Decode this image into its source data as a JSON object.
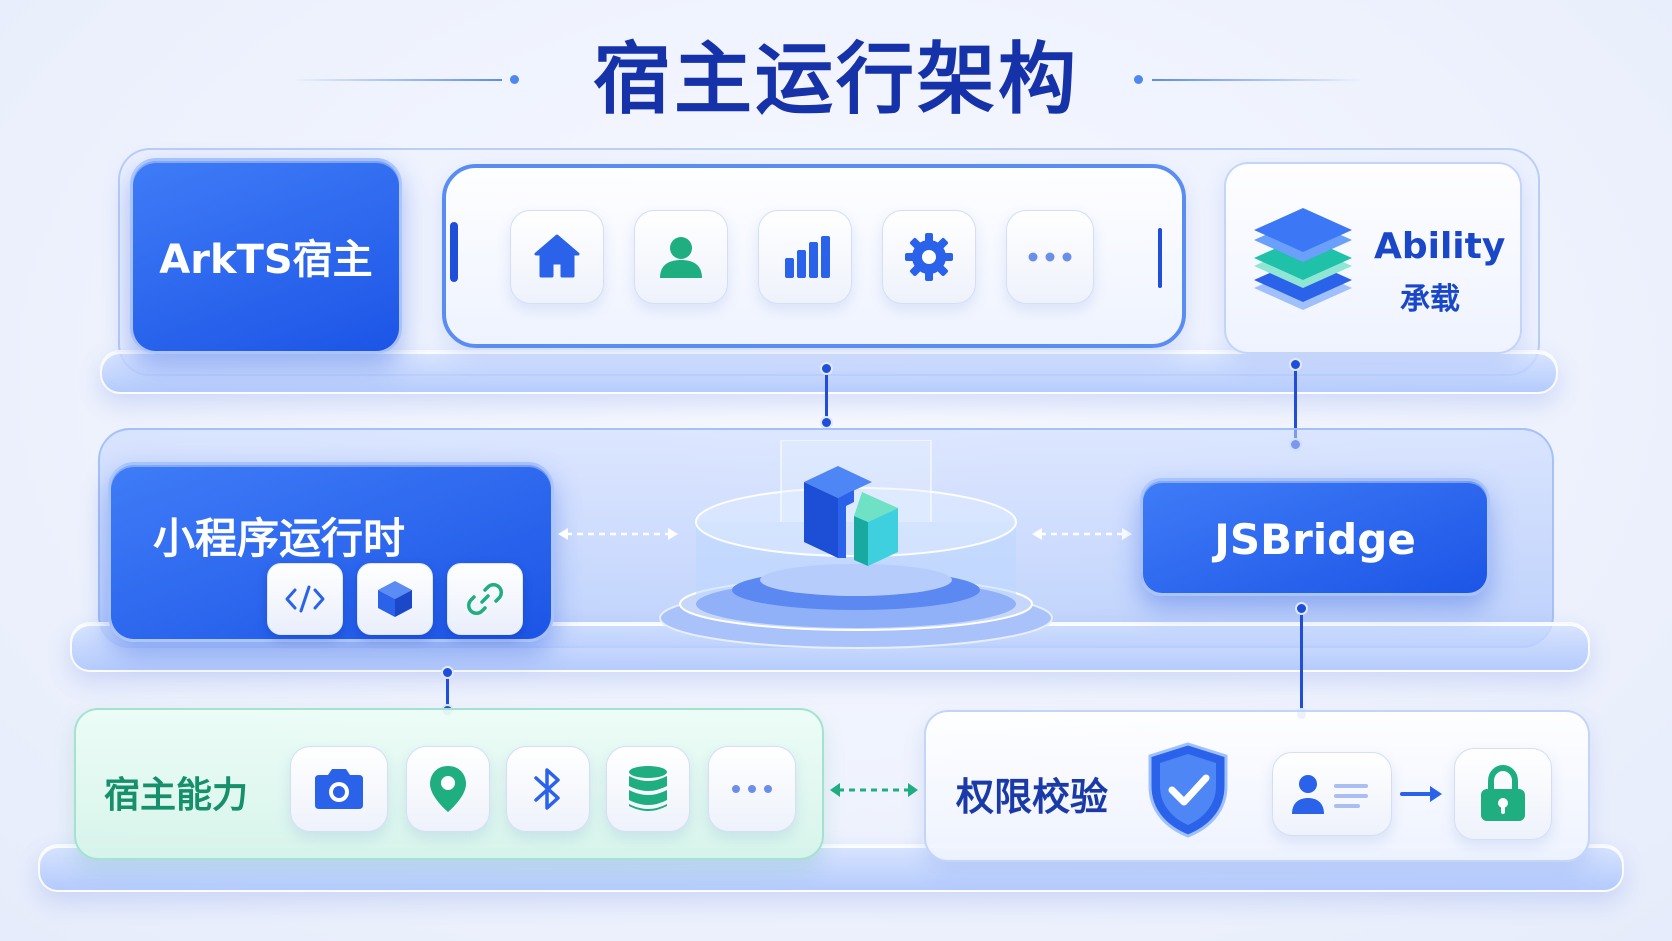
{
  "title": "宿主运行架构",
  "top_layer": {
    "host_label": "ArkTS宿主",
    "ability_label_1": "Ability",
    "ability_label_2": "承载",
    "app_icons": [
      "home-icon",
      "user-icon",
      "bar-chart-icon",
      "gear-icon",
      "more-icon"
    ]
  },
  "middle_layer": {
    "runtime_label": "小程序运行时",
    "runtime_icons": [
      "code-icon",
      "cube-icon",
      "link-icon"
    ],
    "bridge_label": "JSBridge",
    "core_icon": "app-core-logo-icon"
  },
  "bottom_layer": {
    "capability_label": "宿主能力",
    "capability_icons": [
      "camera-icon",
      "location-pin-icon",
      "bluetooth-icon",
      "database-icon",
      "more-icon"
    ],
    "permission_label": "权限校验",
    "permission_icons": [
      "shield-check-icon",
      "user-card-icon",
      "arrow-right-icon",
      "lock-icon"
    ]
  },
  "colors": {
    "title": "#1532a8",
    "accent_blue": "#1f5ae8",
    "accent_green": "#1fae80",
    "capability_text": "#15906a",
    "permission_text": "#1a3aa8"
  }
}
